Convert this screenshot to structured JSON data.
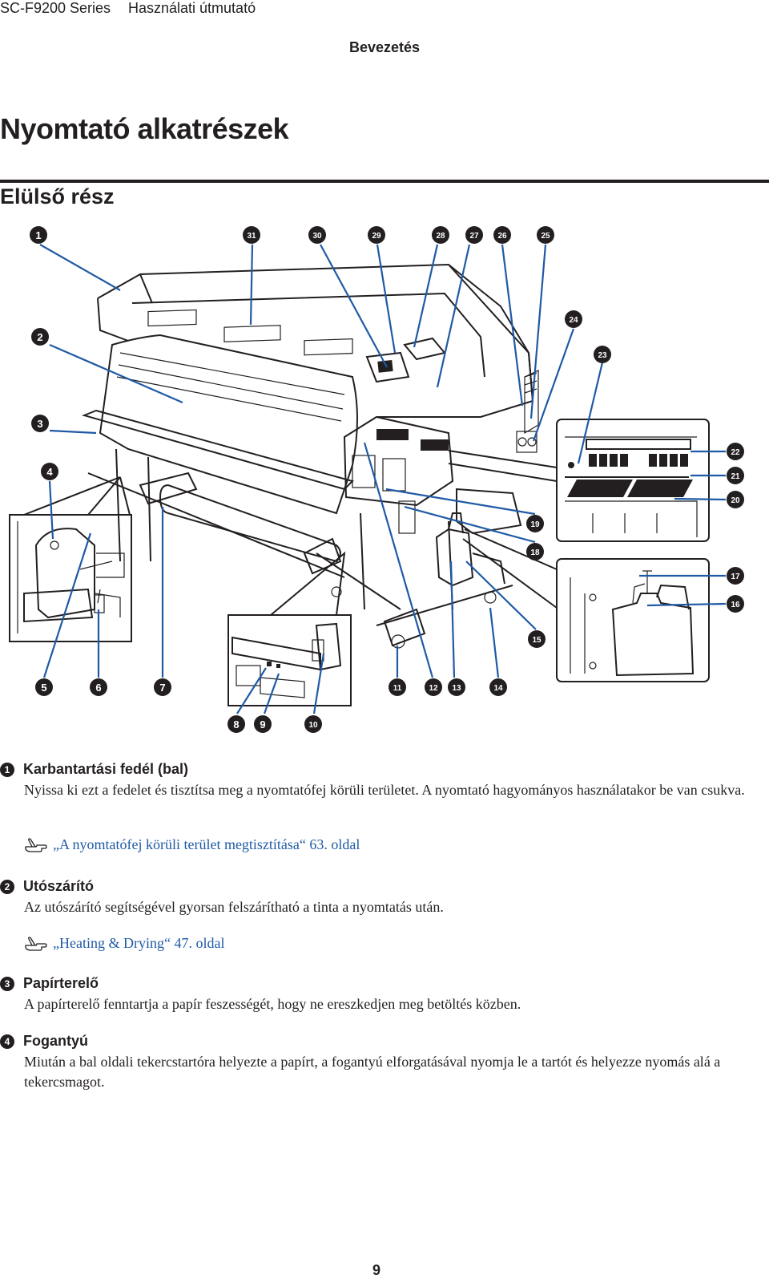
{
  "header": {
    "series": "SC-F9200 Series",
    "guide": "Használati útmutató",
    "section": "Bevezetés"
  },
  "page_title": "Nyomtató alkatrészek",
  "subheading": "Elülső rész",
  "figure": {
    "callouts": [
      "1",
      "2",
      "3",
      "4",
      "5",
      "6",
      "7",
      "8",
      "9",
      "10",
      "11",
      "12",
      "13",
      "14",
      "15",
      "16",
      "17",
      "18",
      "19",
      "20",
      "21",
      "22",
      "23",
      "24",
      "25",
      "26",
      "27",
      "28",
      "29",
      "30",
      "31"
    ]
  },
  "descriptions": [
    {
      "number": "1",
      "name": "Karbantartási fedél (bal)",
      "text": "Nyissa ki ezt a fedelet és tisztítsa meg a nyomtatófej körüli területet. A nyomtató hagyományos használatakor be van csukva.",
      "xref": "„A nyomtatófej körüli terület megtisztítása“ 63. oldal"
    },
    {
      "number": "2",
      "name": "Utószárító",
      "text": "Az utószárító segítségével gyorsan felszárítható a tinta a nyomtatás után.",
      "xref": "„Heating & Drying“ 47. oldal"
    },
    {
      "number": "3",
      "name": "Papírterelő",
      "text": "A papírterelő fenntartja a papír feszességét, hogy ne ereszkedjen meg betöltés közben."
    },
    {
      "number": "4",
      "name": "Fogantyú",
      "text": "Miután a bal oldali tekercstartóra helyezte a papírt, a fogantyú elforgatásával nyomja le a tartót és helyezze nyomás alá a tekercsmagot."
    }
  ],
  "page_number": "9",
  "colors": {
    "text": "#231f20",
    "link": "#1f5aa5"
  },
  "icons": {
    "xref": "hand-pointer-icon"
  }
}
